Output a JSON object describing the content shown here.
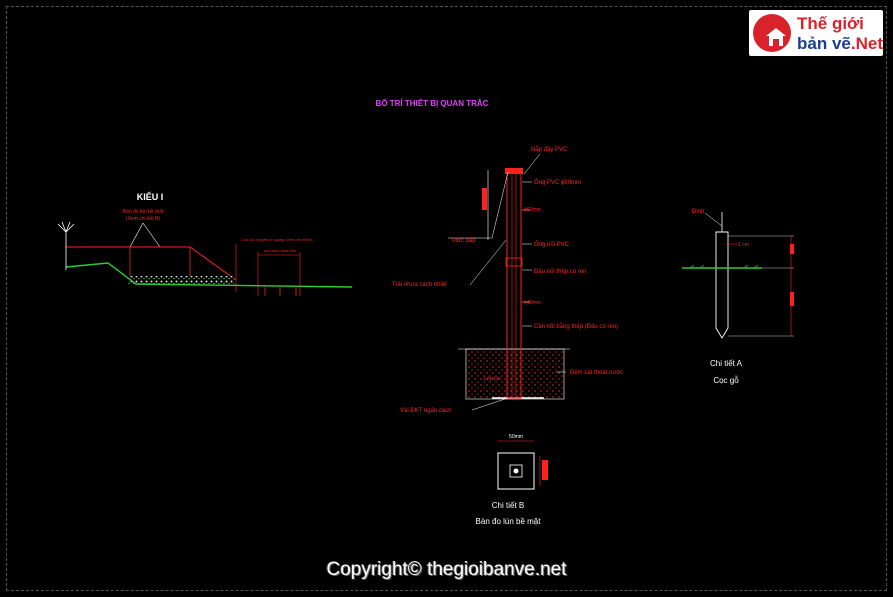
{
  "title": "BỐ TRÍ THIẾT BỊ QUAN TRẮC",
  "left_detail": {
    "heading": "KIỂU I",
    "label_plate": "Bàn đo lún bề mặt",
    "label_plate_sub": "(Xem chi tiết B)",
    "label_marker": "Cọc đo chuyển vị ngang (Xem chi tiết A)",
    "label_spacing": "cọc cách nhau 5m"
  },
  "center_detail": {
    "labels": [
      "Nắp đậy PVC",
      "Ống PVC ϕ60mm",
      "ϕ60mm",
      "Ống nối PVC",
      "Đầu nối thép có ren",
      "ϕ40mm",
      "Cần nối bằng thép (Đầu có ren)",
      "Đệm cát thoát nước",
      "Vải ĐKT ngăn cách"
    ],
    "label_level": "Mức đắp",
    "label_fill": "Trải nhựa cách nhiệt",
    "label_in": "Lớp lún"
  },
  "detail_b": {
    "dim": "50mm",
    "caption_1": "Chi tiết B",
    "caption_2": "Bàn đo lún bề mặt"
  },
  "detail_a": {
    "top_label": "Đinh",
    "side_label": "1 cm",
    "caption_1": "Chi tiết A",
    "caption_2": "Cọc gỗ"
  },
  "logo": {
    "line1": "Thế giới",
    "line2a": "bản vẽ",
    "line2b": ".Net"
  },
  "copyright": "Copyright© thegioibanve.net",
  "colors": {
    "background": "#000000",
    "line_red": "#ff2020",
    "line_white": "#ffffff",
    "ground_green": "#2ecc2e",
    "title_magenta": "#e040fb",
    "brand_red": "#d8232a",
    "brand_blue": "#1b3f8f"
  }
}
